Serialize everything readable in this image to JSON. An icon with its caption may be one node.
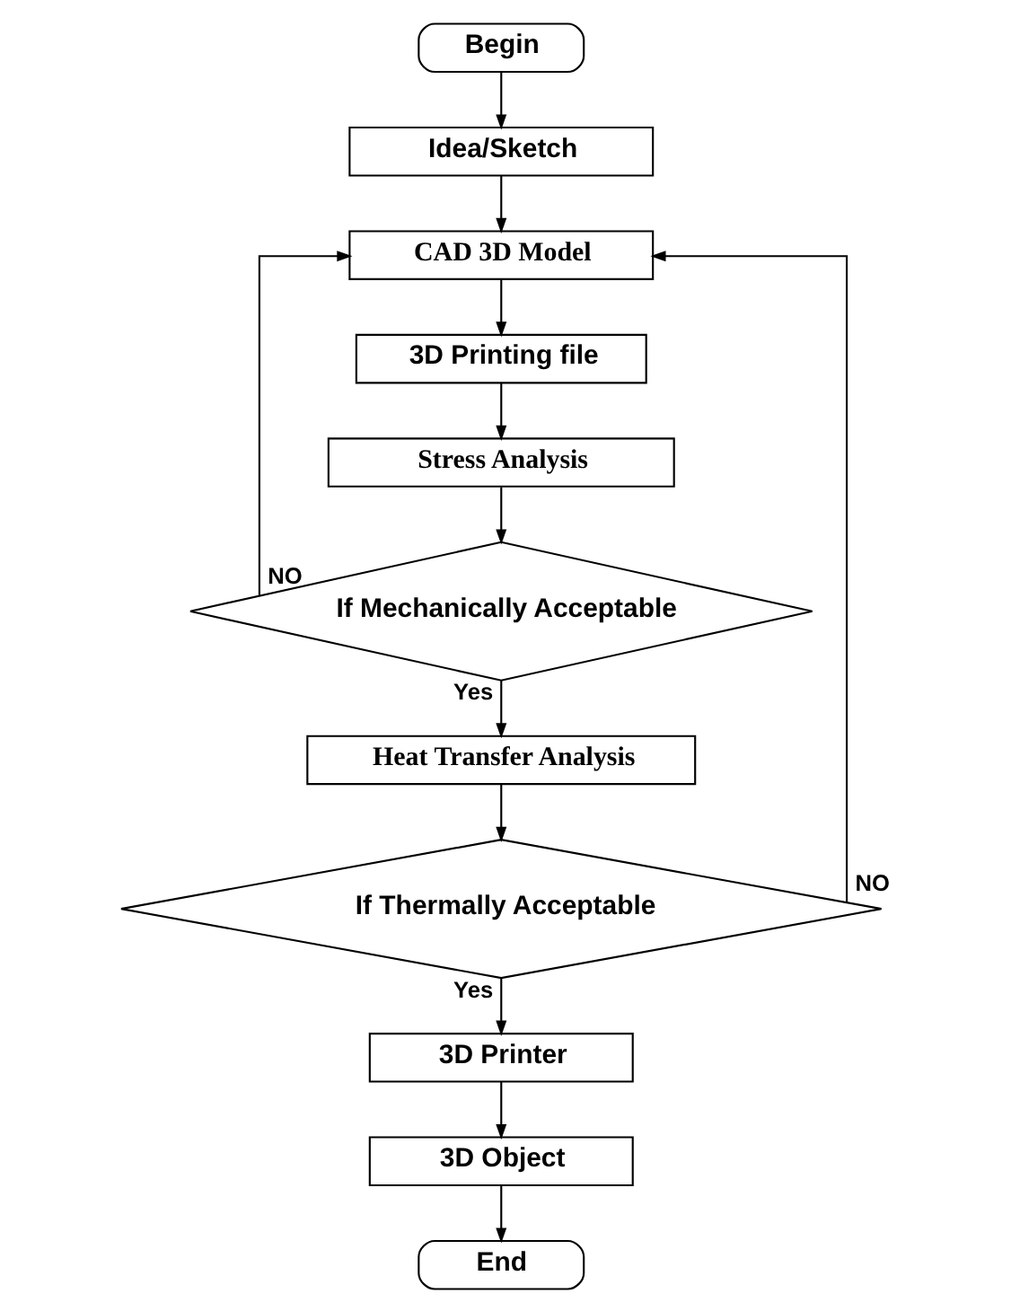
{
  "diagram": {
    "nodes": [
      {
        "text": [
          "Begin"
        ]
      },
      {
        "text": [
          "Idea/Sketch"
        ]
      },
      {
        "text": [
          "CAD 3D Model"
        ]
      },
      {
        "text": [
          "3D Printing file"
        ]
      },
      {
        "text": [
          "Stress Analysis"
        ]
      },
      {
        "text": [
          "If Mechanically Acceptable"
        ]
      },
      {
        "text": [
          "Heat Transfer Analysis"
        ]
      },
      {
        "text": [
          "If Thermally Acceptable"
        ]
      },
      {
        "text": [
          "3D Printer"
        ]
      },
      {
        "text": [
          "3D Object"
        ]
      },
      {
        "text": [
          "End"
        ]
      }
    ],
    "edges": [
      {
        "from": 0,
        "to": 1,
        "arrow": "to"
      },
      {
        "from": 1,
        "to": 2,
        "arrow": "to"
      },
      {
        "from": 2,
        "to": 3,
        "arrow": "to"
      },
      {
        "from": 3,
        "to": 4,
        "arrow": "to"
      },
      {
        "from": 4,
        "to": 5,
        "arrow": "to"
      },
      {
        "from": 5,
        "to": 6,
        "arrow": "to",
        "label": "Yes"
      },
      {
        "from": 5,
        "to": 2,
        "arrow": "to",
        "label": "NO"
      },
      {
        "from": 6,
        "to": 7,
        "arrow": "to"
      },
      {
        "from": 7,
        "to": 8,
        "arrow": "to",
        "label": "Yes"
      },
      {
        "from": 7,
        "to": 2,
        "arrow": "to",
        "label": "NO"
      },
      {
        "from": 8,
        "to": 9,
        "arrow": "to"
      },
      {
        "from": 9,
        "to": 10,
        "arrow": "to"
      }
    ]
  }
}
